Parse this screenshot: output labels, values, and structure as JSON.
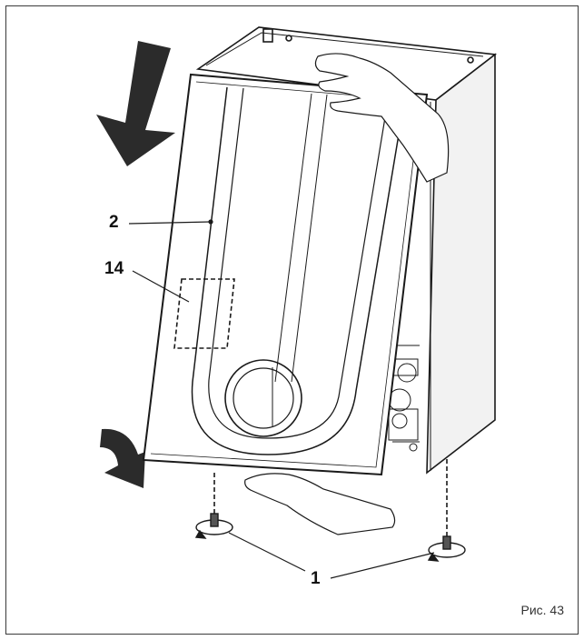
{
  "callouts": {
    "front_panel": "2",
    "label_area": "14",
    "screws": "1"
  },
  "caption": "Рис. 43",
  "colors": {
    "line": "#1a1a1a",
    "arrow_fill": "#2b2b2b",
    "panel_fill": "#ffffff",
    "side_fill": "#f2f2f2"
  }
}
